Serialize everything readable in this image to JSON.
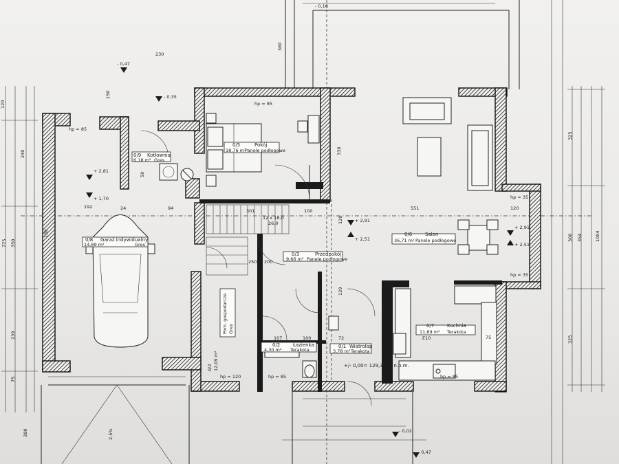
{
  "rooms": {
    "kotlownia": {
      "name": "Kotłownia",
      "code": "0/9",
      "area": "6,18 m²",
      "floor": "Gres"
    },
    "pokoj": {
      "name": "Pokój",
      "code": "0/5",
      "area": "18,76 m²",
      "floor": "Panele podłogowe"
    },
    "garaz": {
      "name": "Garaż indywidualny",
      "code": "0/8",
      "area": "14,89 m²",
      "floor": "Gres"
    },
    "przedpokoj": {
      "name": "Przedpokój",
      "code": "0/3",
      "area": "9,66 m²",
      "floor": "Panele podłogowe"
    },
    "salon": {
      "name": "Salon",
      "code": "0/6",
      "area": "36,71 m²",
      "floor": "Panele podłogowe"
    },
    "gospodarcze": {
      "name": "Pom. gospodarcze",
      "code": "0/2",
      "area": "12,09 m²",
      "floor": "Gres"
    },
    "lazienka": {
      "name": "Łazienka",
      "code": "0/2",
      "area": "4,30 m²",
      "floor": "Terakota"
    },
    "wiatrolap": {
      "name": "Wiatrołap",
      "code": "0/1",
      "area": "3,78 m²",
      "floor": "Terakota"
    },
    "kuchnia": {
      "name": "Kuchnia",
      "code": "0/7",
      "area": "11,69 m²",
      "floor": "Terakota"
    }
  },
  "levels": {
    "floor_zero": "+/- 0,00= 129,35 m n.p.m.",
    "l_035": "- 0,35",
    "l_047_top": "- 0,47",
    "l_016": "- 0,16",
    "l_047_bottom": "- 0,47",
    "l_002": "- 0,02",
    "l_281": "+ 2,81",
    "l_170": "+ 1,70",
    "l_291": "+ 2,91",
    "l_251": "+ 2,51",
    "l_291b": "+ 2,91",
    "l_251b": "+ 2,51"
  },
  "hp": {
    "hp85_garage": "hp = 85",
    "hp85_pokoj": "hp = 85",
    "hp35_a": "hp = 35",
    "hp35_b": "hp = 35",
    "hp120": "hp = 120",
    "hp85_laz": "hp = 85",
    "hp85_kuch": "hp = 85"
  },
  "stairs": {
    "label": "12 x 18,0",
    "sub": "26,0"
  },
  "dims": {
    "top_230": "230",
    "left_120a": "120",
    "left_240": "240",
    "left_350": "350",
    "left_775": "775",
    "left_239": "239",
    "left_75": "75",
    "left_380": "380",
    "right_325": "325",
    "right_300": "300",
    "right_354": "354",
    "right_1004": "1004",
    "right_325b": "325",
    "d192": "192",
    "d24": "24",
    "d94": "94",
    "d301": "301",
    "d100": "100",
    "d551": "551",
    "d120": "120",
    "d150": "150",
    "d380_top": "380",
    "d338": "338",
    "d75_kitchen": "75",
    "d100b": "100",
    "d107": "107",
    "d72": "72",
    "d139": "139",
    "d120b": "120",
    "d130": "130",
    "d50_a": "50",
    "d250": "250",
    "d200": "200"
  },
  "misc": {
    "e10": "E10",
    "slope": "2,5%"
  }
}
